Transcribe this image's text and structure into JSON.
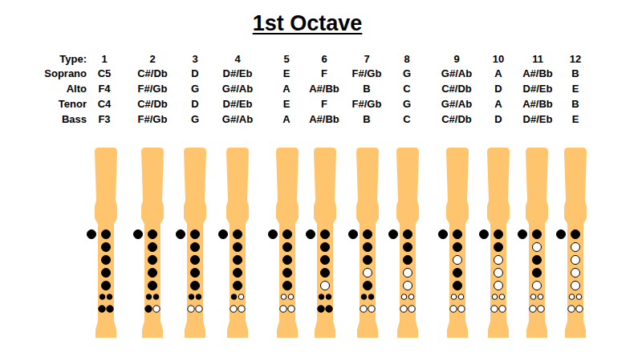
{
  "diagram": {
    "title": "1st Octave",
    "labels": [
      "Type:",
      "1",
      "2",
      "3",
      "4",
      "5",
      "6",
      "7",
      "8",
      "9",
      "10",
      "11",
      "12",
      "Soprano",
      "C5",
      "C#/Db",
      "D",
      "D#/Eb",
      "E",
      "F",
      "F#/Gb",
      "G",
      "G#/Ab",
      "A",
      "A#/Bb",
      "B",
      "Alto",
      "F4",
      "F#/Gb",
      "G",
      "G#/Ab",
      "A",
      "A#/Bb",
      "B",
      "C",
      "C#/Db",
      "D",
      "D#/Eb",
      "E",
      "Tenor",
      "C4",
      "C#/Db",
      "D",
      "D#/Eb",
      "E",
      "F",
      "F#/Gb",
      "G",
      "G#/Ab",
      "A",
      "A#/Bb",
      "B",
      "Bass",
      "F3",
      "F#/Gb",
      "G",
      "G#/Ab",
      "A",
      "A#/Bb",
      "B",
      "C",
      "C#/Db",
      "D",
      "D#/Eb",
      "E"
    ]
  }
}
